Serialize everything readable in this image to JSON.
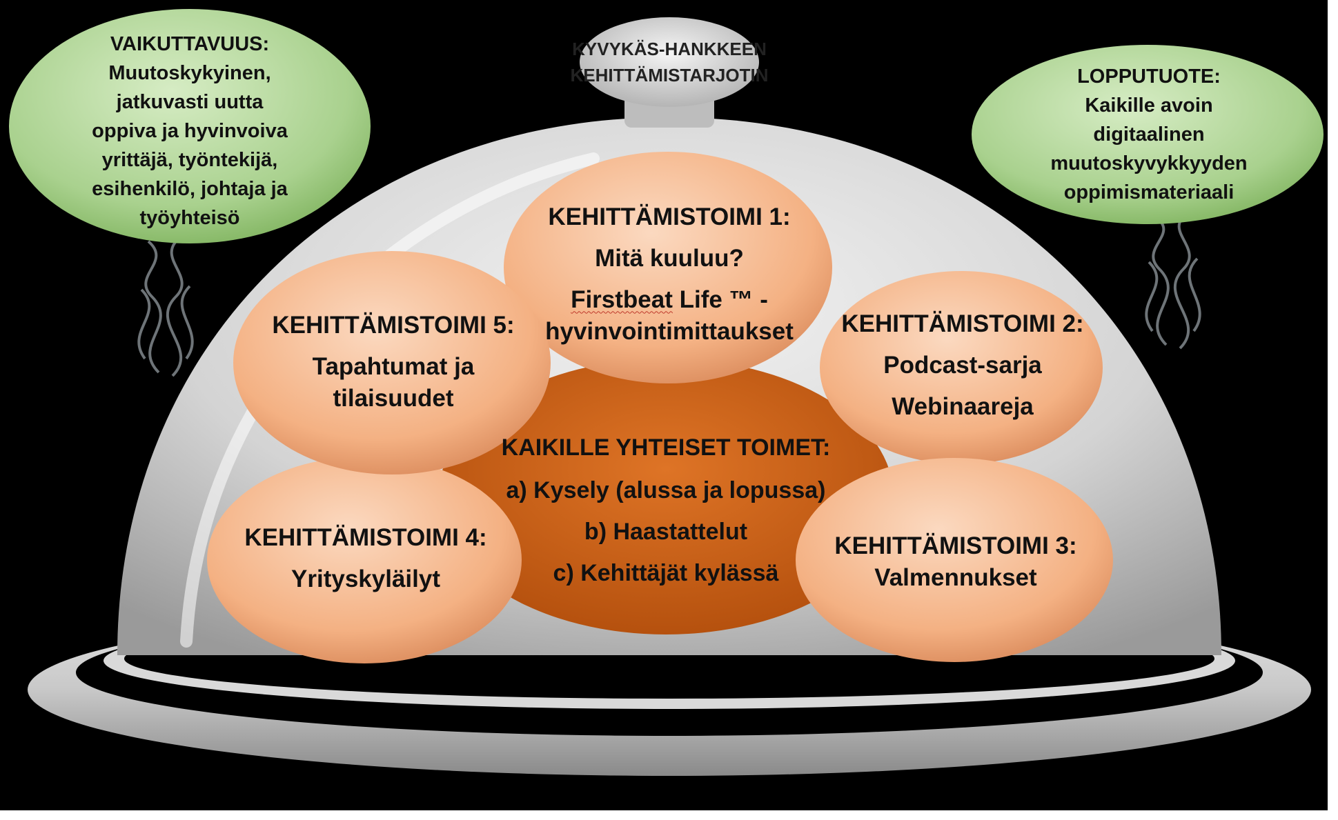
{
  "colors": {
    "background": "#000000",
    "dome": "#d8d8d8",
    "tray": "#cfcfcf",
    "green_bubble": "#a9d18e",
    "salmon_bubble": "#f4b183",
    "center_bubble": "#c55a11",
    "text": "#111111"
  },
  "lid_label": {
    "line1": "KYVYKÄS-HANKKEEN",
    "line2": "KEHITTÄMISTARJOTIN"
  },
  "impact": {
    "title": "VAIKUTTAVUUS:",
    "lines": [
      "Muutoskykyinen,",
      "jatkuvasti uutta",
      "oppiva ja hyvinvoiva",
      "yrittäjä, työntekijä,",
      "esihenkilö, johtaja ja",
      "työyhteisö"
    ]
  },
  "product": {
    "title": "LOPPUTUOTE:",
    "lines": [
      "Kaikille avoin",
      "digitaalinen",
      "muutoskyvykkyyden",
      "oppimismateriaali"
    ]
  },
  "actions": {
    "a1": {
      "heading": "KEHITTÄMISTOIMI 1:",
      "items": [
        "Mitä kuuluu?"
      ],
      "item2_word": "Firstbeat",
      "item2_rest": " Life ™ -",
      "item3": "hyvinvointimittaukset"
    },
    "a2": {
      "heading": "KEHITTÄMISTOIMI 2:",
      "items": [
        "Podcast-sarja",
        "Webinaareja"
      ]
    },
    "a3": {
      "heading": "KEHITTÄMISTOIMI 3:",
      "items": [
        "Valmennukset"
      ]
    },
    "a4": {
      "heading": "KEHITTÄMISTOIMI 4:",
      "items": [
        "Yrityskyläilyt"
      ]
    },
    "a5": {
      "heading": "KEHITTÄMISTOIMI 5:",
      "line1": "Tapahtumat ja",
      "line2": "tilaisuudet"
    }
  },
  "common": {
    "heading": "KAIKILLE YHTEISET TOIMET:",
    "items": [
      "a) Kysely (alussa ja lopussa)",
      "b) Haastattelut",
      "c) Kehittäjät kylässä"
    ]
  }
}
